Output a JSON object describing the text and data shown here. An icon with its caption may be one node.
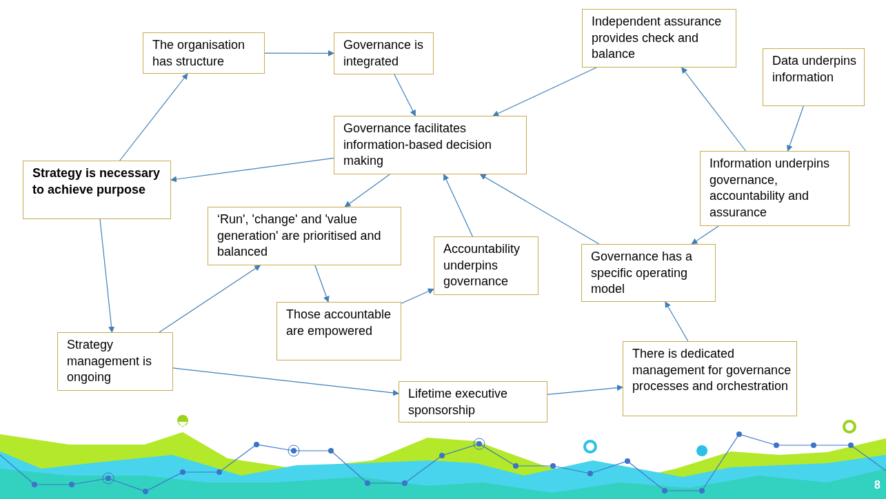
{
  "diagram": {
    "nodes": [
      {
        "text": [
          "The organisation has structure"
        ]
      },
      {
        "text": [
          "Governance is integrated"
        ]
      },
      {
        "text": [
          "Independent assurance provides check and balance"
        ]
      },
      {
        "text": [
          "Data underpins information"
        ]
      },
      {
        "text": [
          "Governance facilitates information-based decision making"
        ]
      },
      {
        "text": [
          "Strategy is necessary to achieve purpose"
        ]
      },
      {
        "text": [
          "Information underpins governance, accountability and assurance"
        ]
      },
      {
        "text": [
          "‘Run', 'change' and 'value generation' are prioritised and balanced"
        ]
      },
      {
        "text": [
          "Accountability underpins governance"
        ]
      },
      {
        "text": [
          "Governance has a specific operating model"
        ]
      },
      {
        "text": [
          "Those accountable are empowered"
        ]
      },
      {
        "text": [
          "Strategy management is ongoing"
        ]
      },
      {
        "text": [
          "There is dedicated management for governance processes and orchestration"
        ]
      },
      {
        "text": [
          "Lifetime executive sponsorship"
        ]
      }
    ],
    "edges": [
      {
        "from": 5,
        "to": 0,
        "arrow": "to"
      },
      {
        "from": 0,
        "to": 1,
        "arrow": "to"
      },
      {
        "from": 1,
        "to": 4,
        "arrow": "to"
      },
      {
        "from": 2,
        "to": 4,
        "arrow": "to"
      },
      {
        "from": 4,
        "to": 5,
        "arrow": "to"
      },
      {
        "from": 4,
        "to": 7,
        "arrow": "to"
      },
      {
        "from": 8,
        "to": 4,
        "arrow": "to"
      },
      {
        "from": 9,
        "to": 4,
        "arrow": "to"
      },
      {
        "from": 3,
        "to": 6,
        "arrow": "to"
      },
      {
        "from": 6,
        "to": 2,
        "arrow": "to"
      },
      {
        "from": 6,
        "to": 9,
        "arrow": "to"
      },
      {
        "from": 5,
        "to": 11,
        "arrow": "to"
      },
      {
        "from": 11,
        "to": 7,
        "arrow": "to"
      },
      {
        "from": 7,
        "to": 10,
        "arrow": "to"
      },
      {
        "from": 10,
        "to": 8,
        "arrow": "to"
      },
      {
        "from": 11,
        "to": 13,
        "arrow": "to"
      },
      {
        "from": 13,
        "to": 12,
        "arrow": "to"
      },
      {
        "from": 12,
        "to": 9,
        "arrow": "to"
      }
    ],
    "labels": [
      "8"
    ]
  }
}
